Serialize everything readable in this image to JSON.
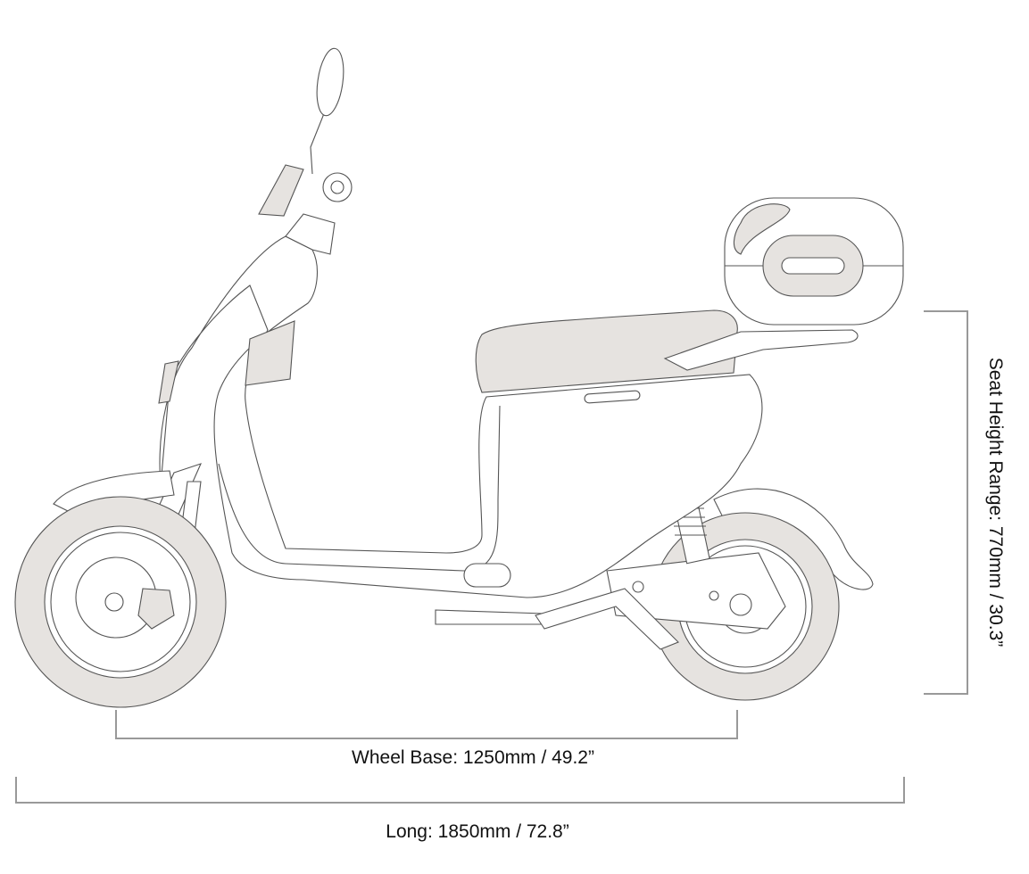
{
  "title": "Scooter side-view dimensions",
  "colors": {
    "tire": "#e6e3e0",
    "outline": "#555555",
    "dimension_line": "#999999"
  },
  "dimensions": {
    "wheel_base": "Wheel Base: 1250mm / 49.2”",
    "length": "Long: 1850mm / 72.8”",
    "seat_height": "Seat Height Range: 770mm / 30.3”"
  }
}
